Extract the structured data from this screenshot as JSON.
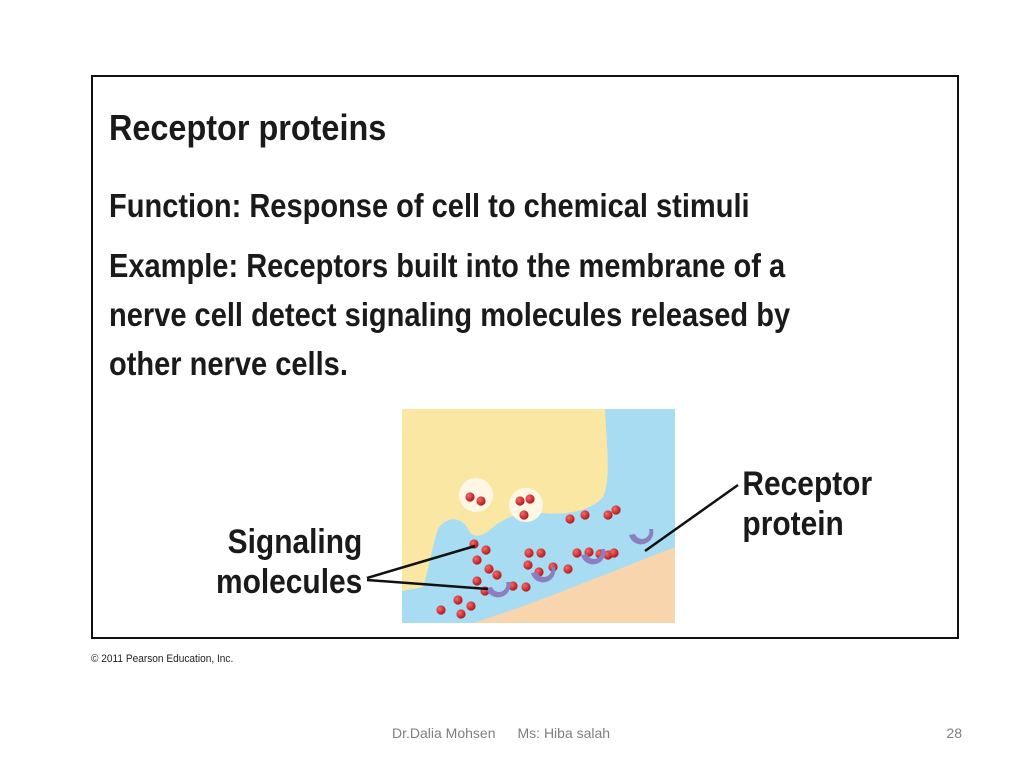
{
  "slide": {
    "title": "Receptor proteins",
    "function_text": "Function: Response of cell to chemical stimuli",
    "example_lines": [
      "Example: Receptors built into the membrane of a",
      "nerve cell detect signaling molecules released by",
      "other nerve cells."
    ],
    "diagram": {
      "label_signaling_line1": "Signaling",
      "label_signaling_line2": "molecules",
      "label_receptor_line1": "Receptor",
      "label_receptor_line2": "protein",
      "colors": {
        "extracellular": "#a8dcf2",
        "axon_terminal": "#fbe7a4",
        "target_cell": "#f8d5ad",
        "molecule": "#d72027",
        "receptor": "#8c7fbf"
      }
    },
    "copyright": "© 2011 Pearson Education, Inc."
  },
  "footer": {
    "author1": "Dr.Dalia Mohsen",
    "author2": "Ms: Hiba salah",
    "page_number": "28"
  }
}
